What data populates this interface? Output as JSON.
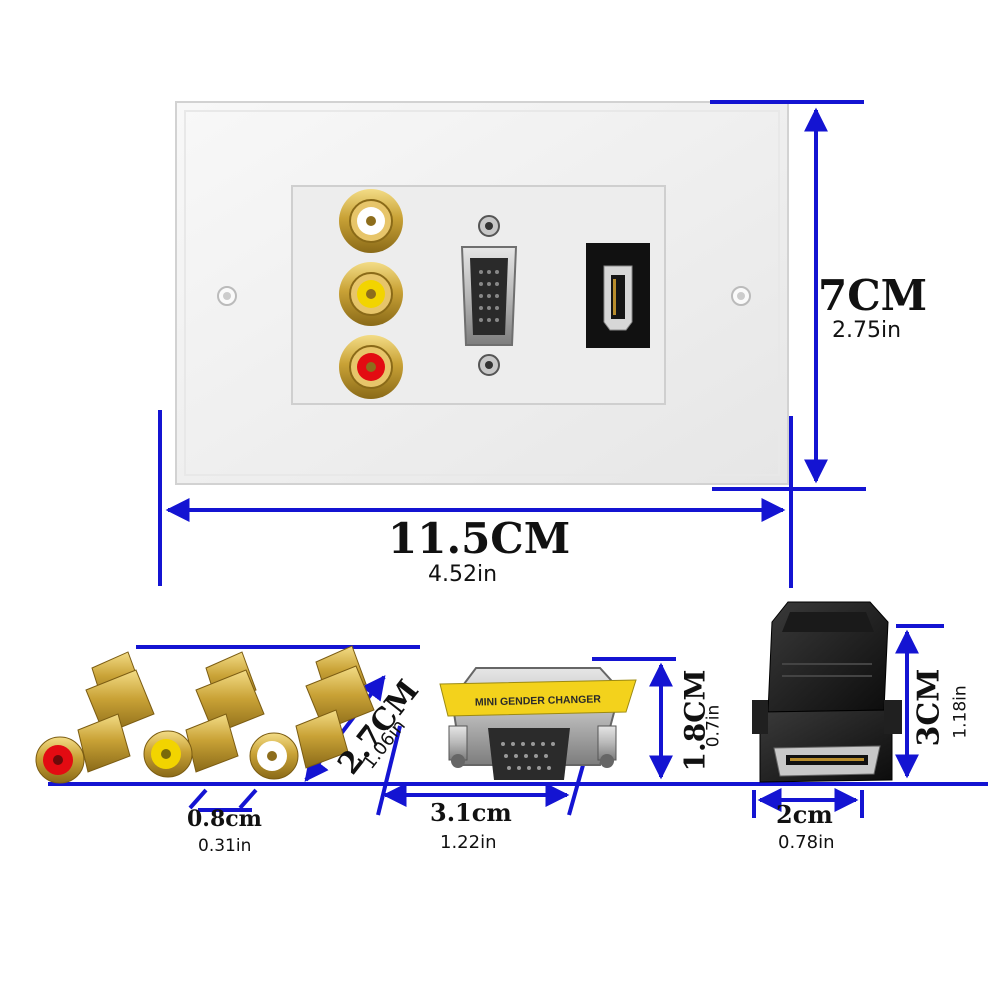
{
  "plate": {
    "height_cm": "7CM",
    "height_in": "2.75in",
    "width_cm": "11.5CM",
    "width_in": "4.52in",
    "port_colors": [
      "#ffffff",
      "#f2d400",
      "#e30b12"
    ]
  },
  "rca_couplers": {
    "length_cm": "2.7CM",
    "length_in": "1.06in",
    "diameter_cm": "0.8cm",
    "diameter_in": "0.31in"
  },
  "vga_adapter": {
    "label_text": "MINI GENDER CHANGER",
    "height_cm": "1.8CM",
    "height_in": "0.7in",
    "width_cm": "3.1cm",
    "width_in": "1.22in"
  },
  "hdmi_adapter": {
    "height_cm": "3CM",
    "height_in": "1.18in",
    "width_cm": "2cm",
    "width_in": "0.78in"
  },
  "colors": {
    "dimension_line": "#1414d2",
    "plate": "#f1f1f1",
    "gold": "#c9a236",
    "label_yellow": "#f3d21c"
  }
}
